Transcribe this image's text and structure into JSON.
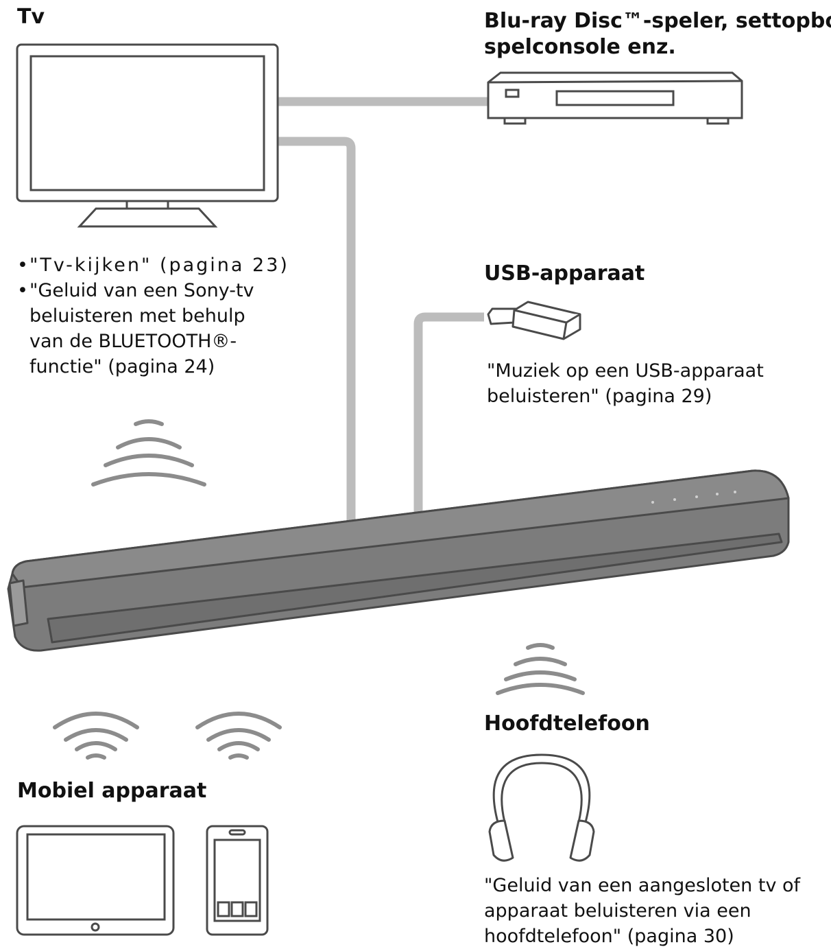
{
  "tv": {
    "heading": "Tv",
    "links": [
      {
        "line1": "\"Tv-kijken\" (pagina 23)"
      },
      {
        "line1": "\"Geluid van een Sony-tv",
        "line2": "beluisteren met behulp",
        "line3": "van de BLUETOOTH®-",
        "line4": "functie\" (pagina 24)"
      }
    ]
  },
  "player": {
    "heading_line1": "Blu-ray Disc™-speler, settopbox,",
    "heading_line2": "spelconsole enz."
  },
  "usb": {
    "heading": "USB-apparaat",
    "note_line1": "\"Muziek op een USB-apparaat",
    "note_line2": "beluisteren\" (pagina 29)"
  },
  "headphones": {
    "heading": "Hoofdtelefoon",
    "note_line1": "\"Geluid van een aangesloten tv of",
    "note_line2": "apparaat beluisteren via een",
    "note_line3": "hoofdtelefoon\" (pagina 30)"
  },
  "mobile": {
    "heading": "Mobiel apparaat"
  },
  "colors": {
    "cable": "#bcbcbc",
    "outline": "#4a4a4a",
    "soundbar_fill": "#7c7c7c",
    "soundbar_top": "#8a8a8a",
    "wave": "#8c8c8c"
  },
  "icons": [
    "tv-icon",
    "blu-ray-player-icon",
    "usb-stick-icon",
    "soundbar-icon",
    "wireless-wave-icon",
    "headphones-icon",
    "tablet-icon",
    "smartphone-icon"
  ]
}
